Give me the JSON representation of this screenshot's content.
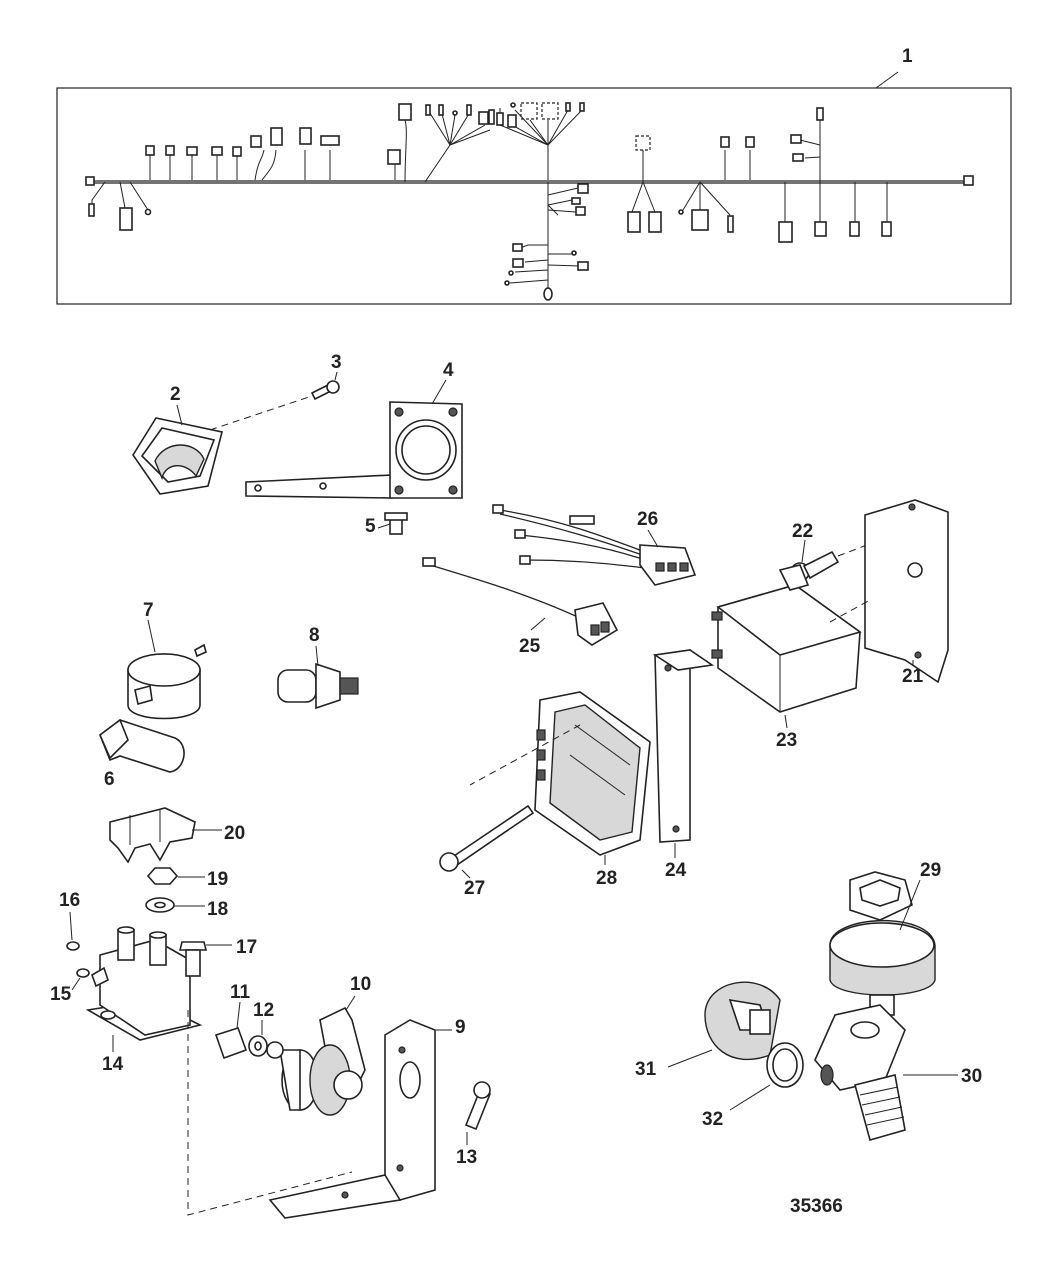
{
  "figure_number": "35366",
  "labels": {
    "l1": "1",
    "l2": "2",
    "l3": "3",
    "l4": "4",
    "l5": "5",
    "l6": "6",
    "l7": "7",
    "l8": "8",
    "l9": "9",
    "l10": "10",
    "l11": "11",
    "l12": "12",
    "l13": "13",
    "l14": "14",
    "l15": "15",
    "l16": "16",
    "l17": "17",
    "l18": "18",
    "l19": "19",
    "l20": "20",
    "l21": "21",
    "l22": "22",
    "l23": "23",
    "l24": "24",
    "l25": "25",
    "l26": "26",
    "l27": "27",
    "l28": "28",
    "l29": "29",
    "l30": "30",
    "l31": "31",
    "l32": "32"
  }
}
